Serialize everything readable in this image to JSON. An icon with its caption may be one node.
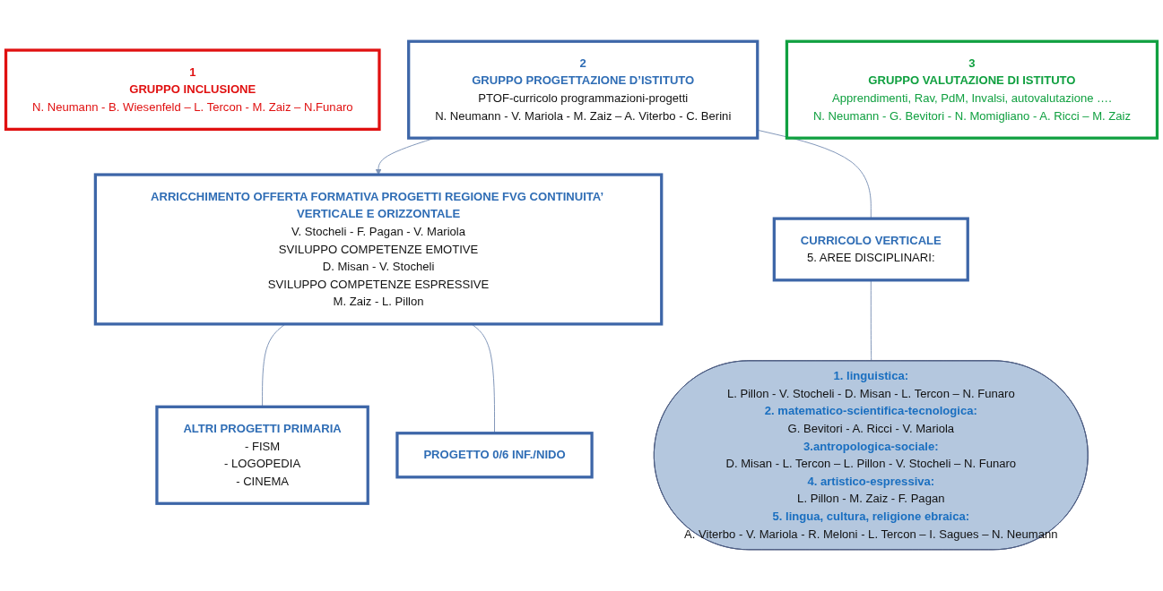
{
  "diagram": {
    "nodes": [
      {
        "text": [
          "1",
          "GRUPPO INCLUSIONE",
          "N. Neumann - B. Wiesenfeld – L. Tercon - M. Zaiz – N.Funaro"
        ]
      },
      {
        "text": [
          "2",
          "GRUPPO PROGETTAZIONE D’ISTITUTO",
          "PTOF-curricolo programmazioni-progetti",
          "N. Neumann - V. Mariola - M. Zaiz – A. Viterbo - C. Berini"
        ]
      },
      {
        "text": [
          "3",
          "GRUPPO VALUTAZIONE DI ISTITUTO",
          "Apprendimenti, Rav, PdM, Invalsi, autovalutazione ….",
          "N. Neumann - G. Bevitori - N. Momigliano - A. Ricci – M. Zaiz"
        ]
      },
      {
        "text": [
          "ARRICCHIMENTO OFFERTA FORMATIVA PROGETTI REGIONE FVG CONTINUITA’ VERTICALE E ORIZZONTALE",
          "V. Stocheli - F. Pagan - V. Mariola",
          "SVILUPPO COMPETENZE EMOTIVE",
          "D. Misan - V. Stocheli",
          "SVILUPPO COMPETENZE ESPRESSIVE",
          "M. Zaiz - L. Pillon"
        ]
      },
      {
        "text": [
          "CURRICOLO VERTICALE",
          "5. AREE DISCIPLINARI:"
        ]
      },
      {
        "text": [
          "ALTRI PROGETTI PRIMARIA",
          "- FISM",
          "- LOGOPEDIA",
          "- CINEMA"
        ]
      },
      {
        "text": [
          "PROGETTO 0/6 INF./NIDO"
        ]
      },
      {
        "text": [
          "1. linguistica:",
          "L. Pillon - V. Stocheli - D. Misan - L. Tercon – N. Funaro",
          "2. matematico-scientifica-tecnologica:",
          "G. Bevitori - A. Ricci - V. Mariola",
          "3.antropologica-sociale:",
          "D. Misan - L. Tercon – L. Pillon - V. Stocheli – N. Funaro",
          "4. artistico-espressiva:",
          "L. Pillon - M. Zaiz - F. Pagan",
          "5. lingua, cultura, religione ebraica:",
          "A. Viterbo - V. Mariola - R. Meloni - L. Tercon – I. Sagues – N. Neumann"
        ]
      }
    ],
    "edges": [
      {
        "from": 1,
        "to": 3,
        "arrow": "to"
      },
      {
        "from": 1,
        "to": 4,
        "arrow": "none"
      },
      {
        "from": 3,
        "to": 5,
        "arrow": "none"
      },
      {
        "from": 3,
        "to": 6,
        "arrow": "none"
      },
      {
        "from": 4,
        "to": 7,
        "arrow": "none"
      }
    ]
  }
}
